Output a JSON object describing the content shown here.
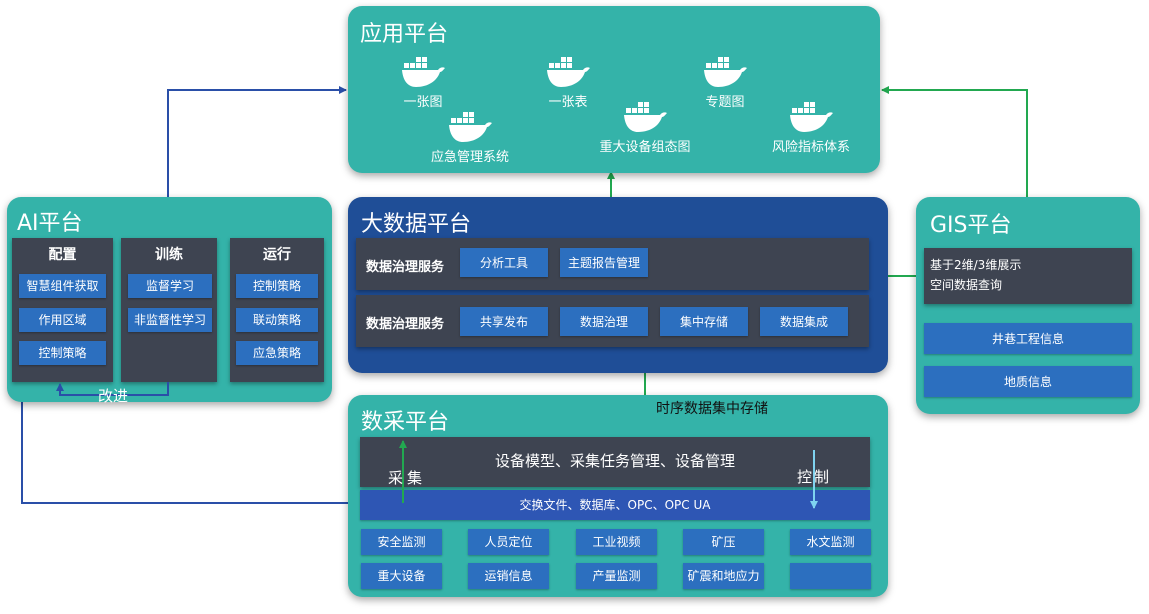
{
  "app_platform": {
    "title": "应用平台",
    "items": [
      "一张图",
      "一张表",
      "专题图",
      "应急管理系统",
      "重大设备组态图",
      "风险指标体系"
    ],
    "icon": "docker-whale-icon"
  },
  "ai_platform": {
    "title": "AI平台",
    "columns": [
      {
        "title": "配置",
        "items": [
          "智慧组件获取",
          "作用区域",
          "控制策略"
        ]
      },
      {
        "title": "训练",
        "items": [
          "监督学习",
          "非监督性学习"
        ]
      },
      {
        "title": "运行",
        "items": [
          "控制策略",
          "联动策略",
          "应急策略"
        ]
      }
    ],
    "feedback_label": "改进"
  },
  "bigdata_platform": {
    "title": "大数据平台",
    "rows": [
      {
        "label": "数据治理服务",
        "items": [
          "分析工具",
          "主题报告管理"
        ]
      },
      {
        "label": "数据治理服务",
        "items": [
          "共享发布",
          "数据治理",
          "集中存储",
          "数据集成"
        ]
      }
    ]
  },
  "gis_platform": {
    "title": "GIS平台",
    "info_lines": [
      "基于2维/3维展示",
      "空间数据查询"
    ],
    "items": [
      "井巷工程信息",
      "地质信息"
    ]
  },
  "collection_platform": {
    "title": "数采平台",
    "management_label": "设备模型、采集任务管理、设备管理",
    "collect_label": "采集",
    "control_label": "控制",
    "protocol_label": "交换文件、数据库、OPC、OPC UA",
    "grid": [
      "安全监测",
      "人员定位",
      "工业视频",
      "矿压",
      "水文监测",
      "重大设备",
      "运销信息",
      "产量监测",
      "矿震和地应力",
      ""
    ]
  },
  "timeseries_label": "时序数据集中存储",
  "colors": {
    "teal": "#34b3a9",
    "navy": "#1f4e97",
    "box_blue": "#2c6fbf",
    "dark": "#3e4451",
    "arrow_blue": "#2a4fa8",
    "arrow_green": "#22a850"
  }
}
